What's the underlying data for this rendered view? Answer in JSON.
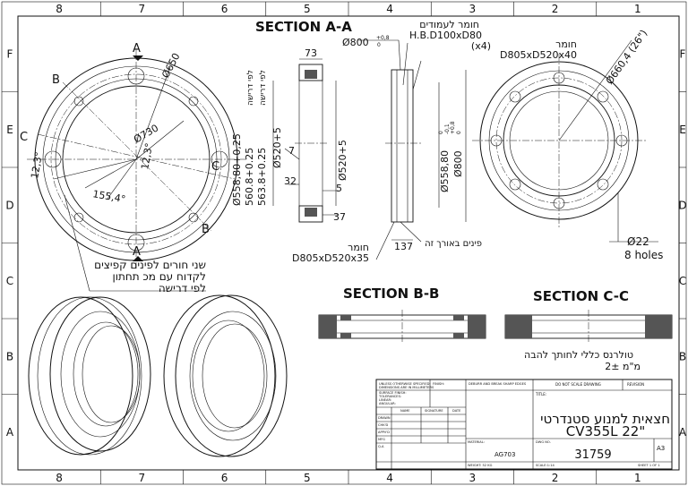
{
  "grid": {
    "columns": [
      "8",
      "7",
      "6",
      "5",
      "4",
      "3",
      "2",
      "1"
    ],
    "rows": [
      "F",
      "E",
      "D",
      "C",
      "B",
      "A"
    ]
  },
  "section_labels": {
    "a_a": "SECTION A-A",
    "b_b": "SECTION B-B",
    "c_c": "SECTION C-C"
  },
  "cut_letters": {
    "a": "A",
    "b": "B",
    "c": "C"
  },
  "front_view_dims": {
    "d650": "Ø650",
    "d730": "Ø730",
    "angle_12_3": "12,3°",
    "angle_155_4": "155,4°"
  },
  "right_view_dims": {
    "d660": "Ø660,4 (26\")",
    "d22": "Ø22",
    "holes": "8 holes"
  },
  "section_dims": {
    "d800_top": "Ø800",
    "tol_top_upper": "+0,8",
    "tol_top_lower": "0",
    "d73": "73",
    "d7": "7",
    "d32": "32",
    "d5": "5",
    "d37": "37",
    "d137": "137",
    "d520": "Ø520+5",
    "d520b": "Ø520+5",
    "vert_1": "Ø558,80+0,25",
    "vert_2": "560.8+0.25",
    "vert_3": "563.8+0.25",
    "vert_1_note": "לפי דרישה",
    "vert_2_note": "לפי דרישה",
    "d558": "Ø558,80",
    "d558_tol_u": "0",
    "d558_tol_l": "-0,1",
    "d800_right": "Ø800",
    "d800_right_tol_u": "+0,8",
    "d800_right_tol_l": "0"
  },
  "notes": {
    "material_pillars_he": "חומר לעמודים",
    "material_pillars": "H.B.D100xD80",
    "material_pillars_qty": "(x4)",
    "material_right_he": "חומר",
    "material_right": "D805xD520x40",
    "material_left_he": "חומר",
    "material_left": "D805xD520x35",
    "pins_he": "פינים באורך זה",
    "holes_note_1": "שני חורים לפינים קפיצים",
    "holes_note_2": "לקדוח עם מכ תחתון",
    "holes_note_3": "לפי דרישה",
    "tolerance_1": "טולרנס כללי לחותך להבה",
    "tolerance_2": "מ\"מ 2±"
  },
  "title_block": {
    "unless": "UNLESS OTHERWISE SPECIFIED:",
    "dims_in_mm": "DIMENSIONS ARE IN MILLIMETERS",
    "surface": "SURFACE FINISH:",
    "tolerances": "TOLERANCES:",
    "linear": "LINEAR:",
    "angular": "ANGULAR:",
    "finish": "FINISH:",
    "deburr": "DEBURR AND BREAK SHARP EDGES",
    "do_not_scale": "DO NOT SCALE DRAWING",
    "revision": "REVISION",
    "title_label": "TITLE:",
    "title_he": "חצאית למנוע סטנדרטי",
    "title_model": "CV355L 22\"",
    "name": "NAME",
    "signature": "SIGNATURE",
    "date": "DATE",
    "drawn": "DRAWN",
    "chkd": "CHK'D",
    "appvd": "APPV'D",
    "mfg": "MFG",
    "qa": "Q.A",
    "material_label": "MATERIAL:",
    "material": "AG703",
    "dwg_no_label": "DWG NO.",
    "dwg_no": "31759",
    "size": "A3",
    "weight": "WEIGHT: 52 KG",
    "scale": "SCALE:1:14",
    "sheet": "SHEET 1 OF 1"
  }
}
